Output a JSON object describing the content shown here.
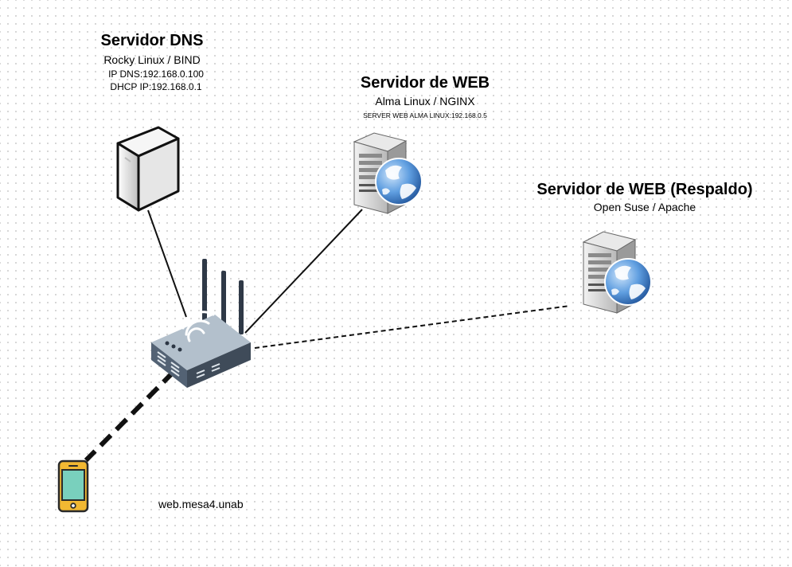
{
  "dns_server": {
    "title": "Servidor DNS",
    "subtitle": "Rocky Linux / BIND",
    "ip_dns": "IP DNS:192.168.0.100",
    "dhcp_ip": "DHCP IP:192.168.0.1"
  },
  "web_server": {
    "title": "Servidor de WEB",
    "subtitle": "Alma Linux / NGINX",
    "detail": "SERVER WEB ALMA LINUX:192.168.0.5"
  },
  "backup_server": {
    "title": "Servidor de WEB (Respaldo)",
    "subtitle": "Open Suse / Apache"
  },
  "client": {
    "label": "web.mesa4.unab"
  },
  "icons": [
    "dns-server-icon",
    "web-server-icon",
    "backup-web-server-icon",
    "wireless-router-icon",
    "smartphone-icon"
  ],
  "colors": {
    "phone_body": "#f2b832",
    "phone_screen": "#79d0bd",
    "globe": "#3b78c8",
    "router": "#5b6b7e"
  }
}
